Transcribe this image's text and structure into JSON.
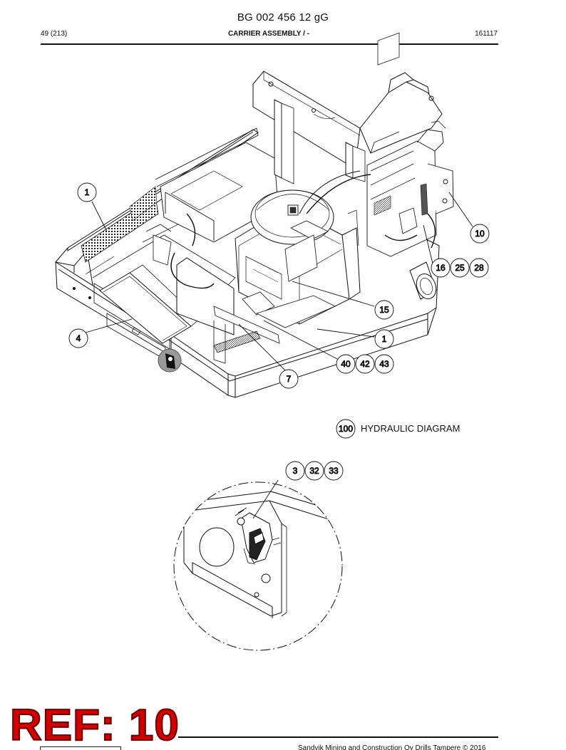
{
  "header": {
    "doc_number": "BG 002 456 12 gG",
    "page_count": "49 (213)",
    "section_title": "CARRIER ASSEMBLY / -",
    "date_code": "161117"
  },
  "callouts": {
    "c1_top": "1",
    "c10": "10",
    "c16": "16",
    "c25": "25",
    "c28": "28",
    "c15": "15",
    "c1_right": "1",
    "c4": "4",
    "c40": "40",
    "c42": "42",
    "c43": "43",
    "c7": "7",
    "c100": "100",
    "c3": "3",
    "c32": "32",
    "c33": "33"
  },
  "hydraulic_label": "HYDRAULIC DIAGRAM",
  "ref_stamp": "REF: 10",
  "footer": {
    "copyright": "Sandvik Mining and Construction Oy Drills Tampere © 2016"
  }
}
